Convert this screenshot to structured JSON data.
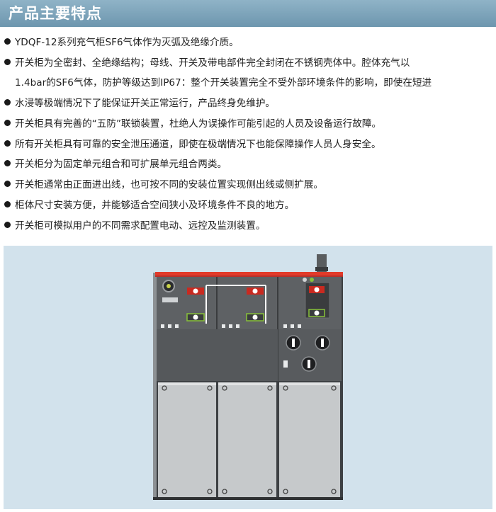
{
  "header": {
    "title": "产品主要特点"
  },
  "features": [
    {
      "bullet": true,
      "text": "YDQF-12系列充气柜SF6气体作为灭弧及绝缘介质。"
    },
    {
      "bullet": true,
      "text": "开关柜为全密封、全绝缘结构；母线、开关及带电部件完全封闭在不锈钢壳体中。腔体充气以"
    },
    {
      "bullet": false,
      "text": "1.4bar的SF6气体，防护等级达到IP67：整个开关装置完全不受外部环境条件的影响，即使在短进"
    },
    {
      "bullet": true,
      "text": "水浸等极端情况下了能保证开关正常运行，产品终身免维护。"
    },
    {
      "bullet": true,
      "text": "开关柜具有完善的“五防”联锁装置，杜绝人为误操作可能引起的人员及设备运行故障。"
    },
    {
      "bullet": true,
      "text": "所有开关柜具有可靠的安全泄压通道，即使在极端情况下也能保障操作人员人身安全。"
    },
    {
      "bullet": true,
      "text": "开关柜分为固定单元组合和可扩展单元组合两类。"
    },
    {
      "bullet": true,
      "text": "开关柜通常由正面进出线，也可按不同的安装位置实现侧出线或侧扩展。"
    },
    {
      "bullet": true,
      "text": "柜体尺寸安装方便，并能够适合空间狭小及环境条件不良的地方。"
    },
    {
      "bullet": true,
      "text": "开关柜可模拟用户的不同需求配置电动、远控及监测装置。"
    }
  ],
  "colors": {
    "header_band": "#7aa0b8",
    "photo_background": "#d2e2ec",
    "cabinet_top_stripe": "#e23b2a",
    "cabinet_upper_panel": "#5e6164",
    "cabinet_lower_doors": "#c6c9cb"
  }
}
